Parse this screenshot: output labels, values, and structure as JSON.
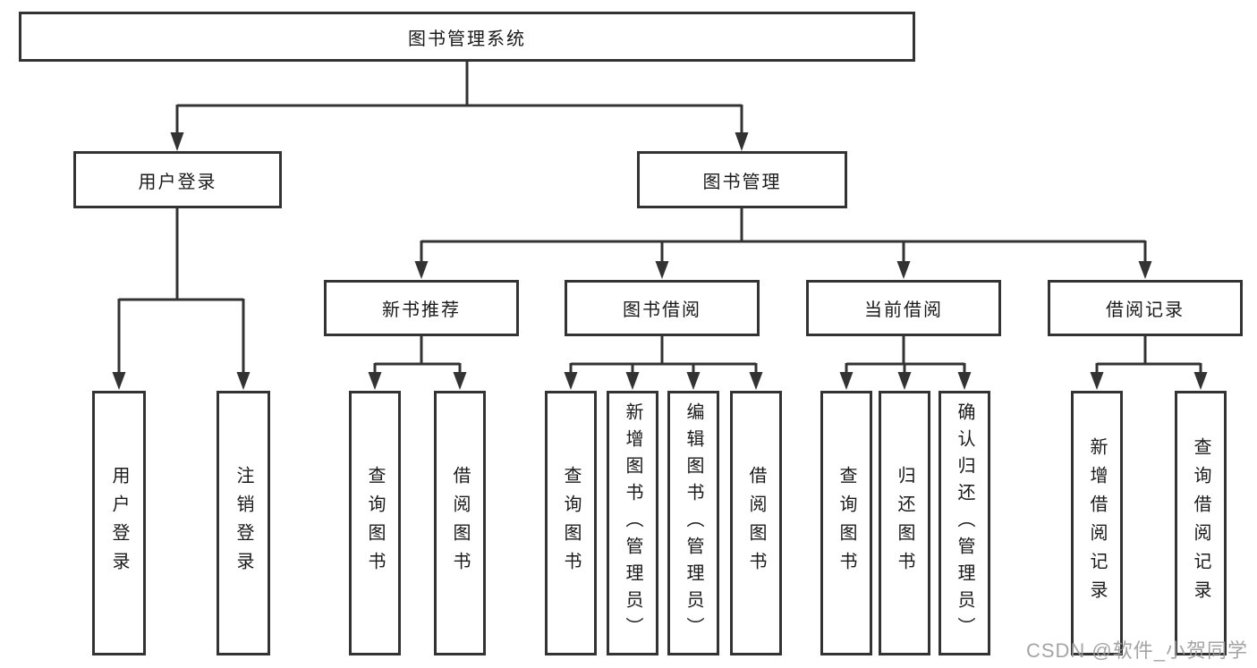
{
  "diagram": {
    "root": {
      "label": "图书管理系统"
    },
    "branches": [
      {
        "label": "用户登录",
        "children": [
          {
            "label": "用户登录"
          },
          {
            "label": "注销登录"
          }
        ]
      },
      {
        "label": "图书管理",
        "children": [
          {
            "label": "新书推荐",
            "children": [
              {
                "label": "查询图书"
              },
              {
                "label": "借阅图书"
              }
            ]
          },
          {
            "label": "图书借阅",
            "children": [
              {
                "label": "查询图书"
              },
              {
                "label": "新增图书（管理员）"
              },
              {
                "label": "编辑图书（管理员）"
              },
              {
                "label": "借阅图书"
              }
            ]
          },
          {
            "label": "当前借阅",
            "children": [
              {
                "label": "查询图书"
              },
              {
                "label": "归还图书"
              },
              {
                "label": "确认归还（管理员）"
              }
            ]
          },
          {
            "label": "借阅记录",
            "children": [
              {
                "label": "新增借阅记录"
              },
              {
                "label": "查询借阅记录"
              }
            ]
          }
        ]
      }
    ]
  },
  "watermark": {
    "text": "CSDN @软件_小贺同学"
  },
  "colors": {
    "line": "#333333",
    "border": "#333333",
    "text": "#1a1a1a",
    "background": "#ffffff",
    "watermark": "#9b9b9b"
  }
}
